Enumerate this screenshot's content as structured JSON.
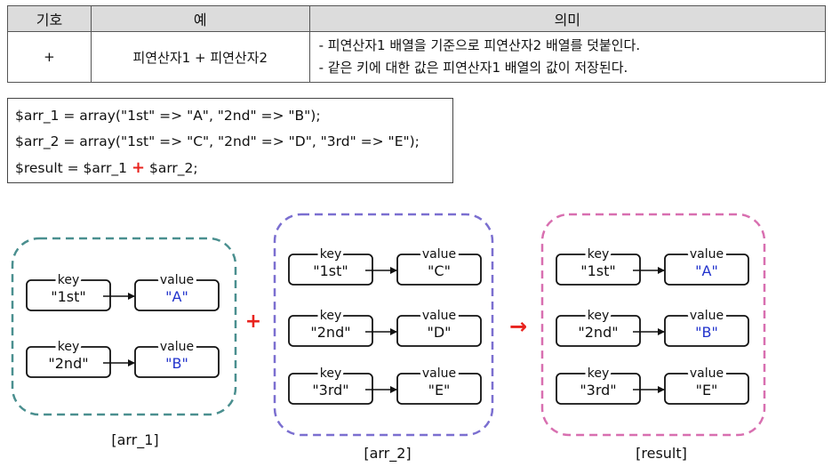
{
  "table": {
    "headers": [
      "기호",
      "예",
      "의미"
    ],
    "row": {
      "symbol": "+",
      "example": "피연산자1 + 피연산자2",
      "meaning": [
        "- 피연산자1 배열을 기준으로 피연산자2 배열를 덧붙인다.",
        "- 같은 키에 대한 값은 피연산자1 배열의 값이 저장된다."
      ]
    }
  },
  "code": {
    "line1": "$arr_1 = array(\"1st\" => \"A\", \"2nd\" => \"B\");",
    "line2": "$arr_2 = array(\"1st\" => \"C\", \"2nd\" => \"D\", \"3rd\" => \"E\");",
    "line3_left": "$result = $arr_1 ",
    "line3_op": "+",
    "line3_right": " $arr_2;"
  },
  "diagram": {
    "key_label": "key",
    "value_label": "value",
    "plus": "+",
    "arrow": "→",
    "colors": {
      "arr1_border": "#4a8f8f",
      "arr2_border": "#7b6fd0",
      "result_border": "#d86fb0",
      "operator": "#e8231e",
      "highlight": "#2233cc"
    },
    "groups": [
      {
        "caption": "[arr_1]",
        "pairs": [
          {
            "key": "\"1st\"",
            "value": "\"A\"",
            "highlight": true
          },
          {
            "key": "\"2nd\"",
            "value": "\"B\"",
            "highlight": true
          }
        ]
      },
      {
        "caption": "[arr_2]",
        "pairs": [
          {
            "key": "\"1st\"",
            "value": "\"C\"",
            "highlight": false
          },
          {
            "key": "\"2nd\"",
            "value": "\"D\"",
            "highlight": false
          },
          {
            "key": "\"3rd\"",
            "value": "\"E\"",
            "highlight": false
          }
        ]
      },
      {
        "caption": "[result]",
        "pairs": [
          {
            "key": "\"1st\"",
            "value": "\"A\"",
            "highlight": true
          },
          {
            "key": "\"2nd\"",
            "value": "\"B\"",
            "highlight": true
          },
          {
            "key": "\"3rd\"",
            "value": "\"E\"",
            "highlight": false
          }
        ]
      }
    ]
  }
}
